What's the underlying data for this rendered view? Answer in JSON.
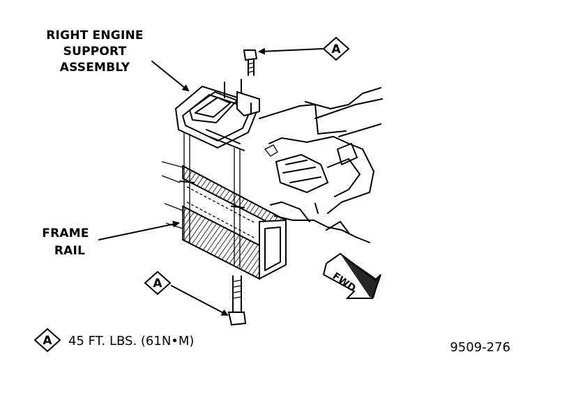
{
  "callouts": {
    "right_engine_support": [
      "RIGHT ENGINE",
      "SUPPORT",
      "ASSEMBLY"
    ],
    "frame_rail": [
      "FRAME",
      "RAIL"
    ],
    "torque_marker_top": "A",
    "torque_marker_bottom": "A",
    "fwd": "FWD"
  },
  "legend": {
    "marker": "A",
    "torque_spec": "45 FT. LBS. (61N•M)"
  },
  "figure_number": "9509-276"
}
